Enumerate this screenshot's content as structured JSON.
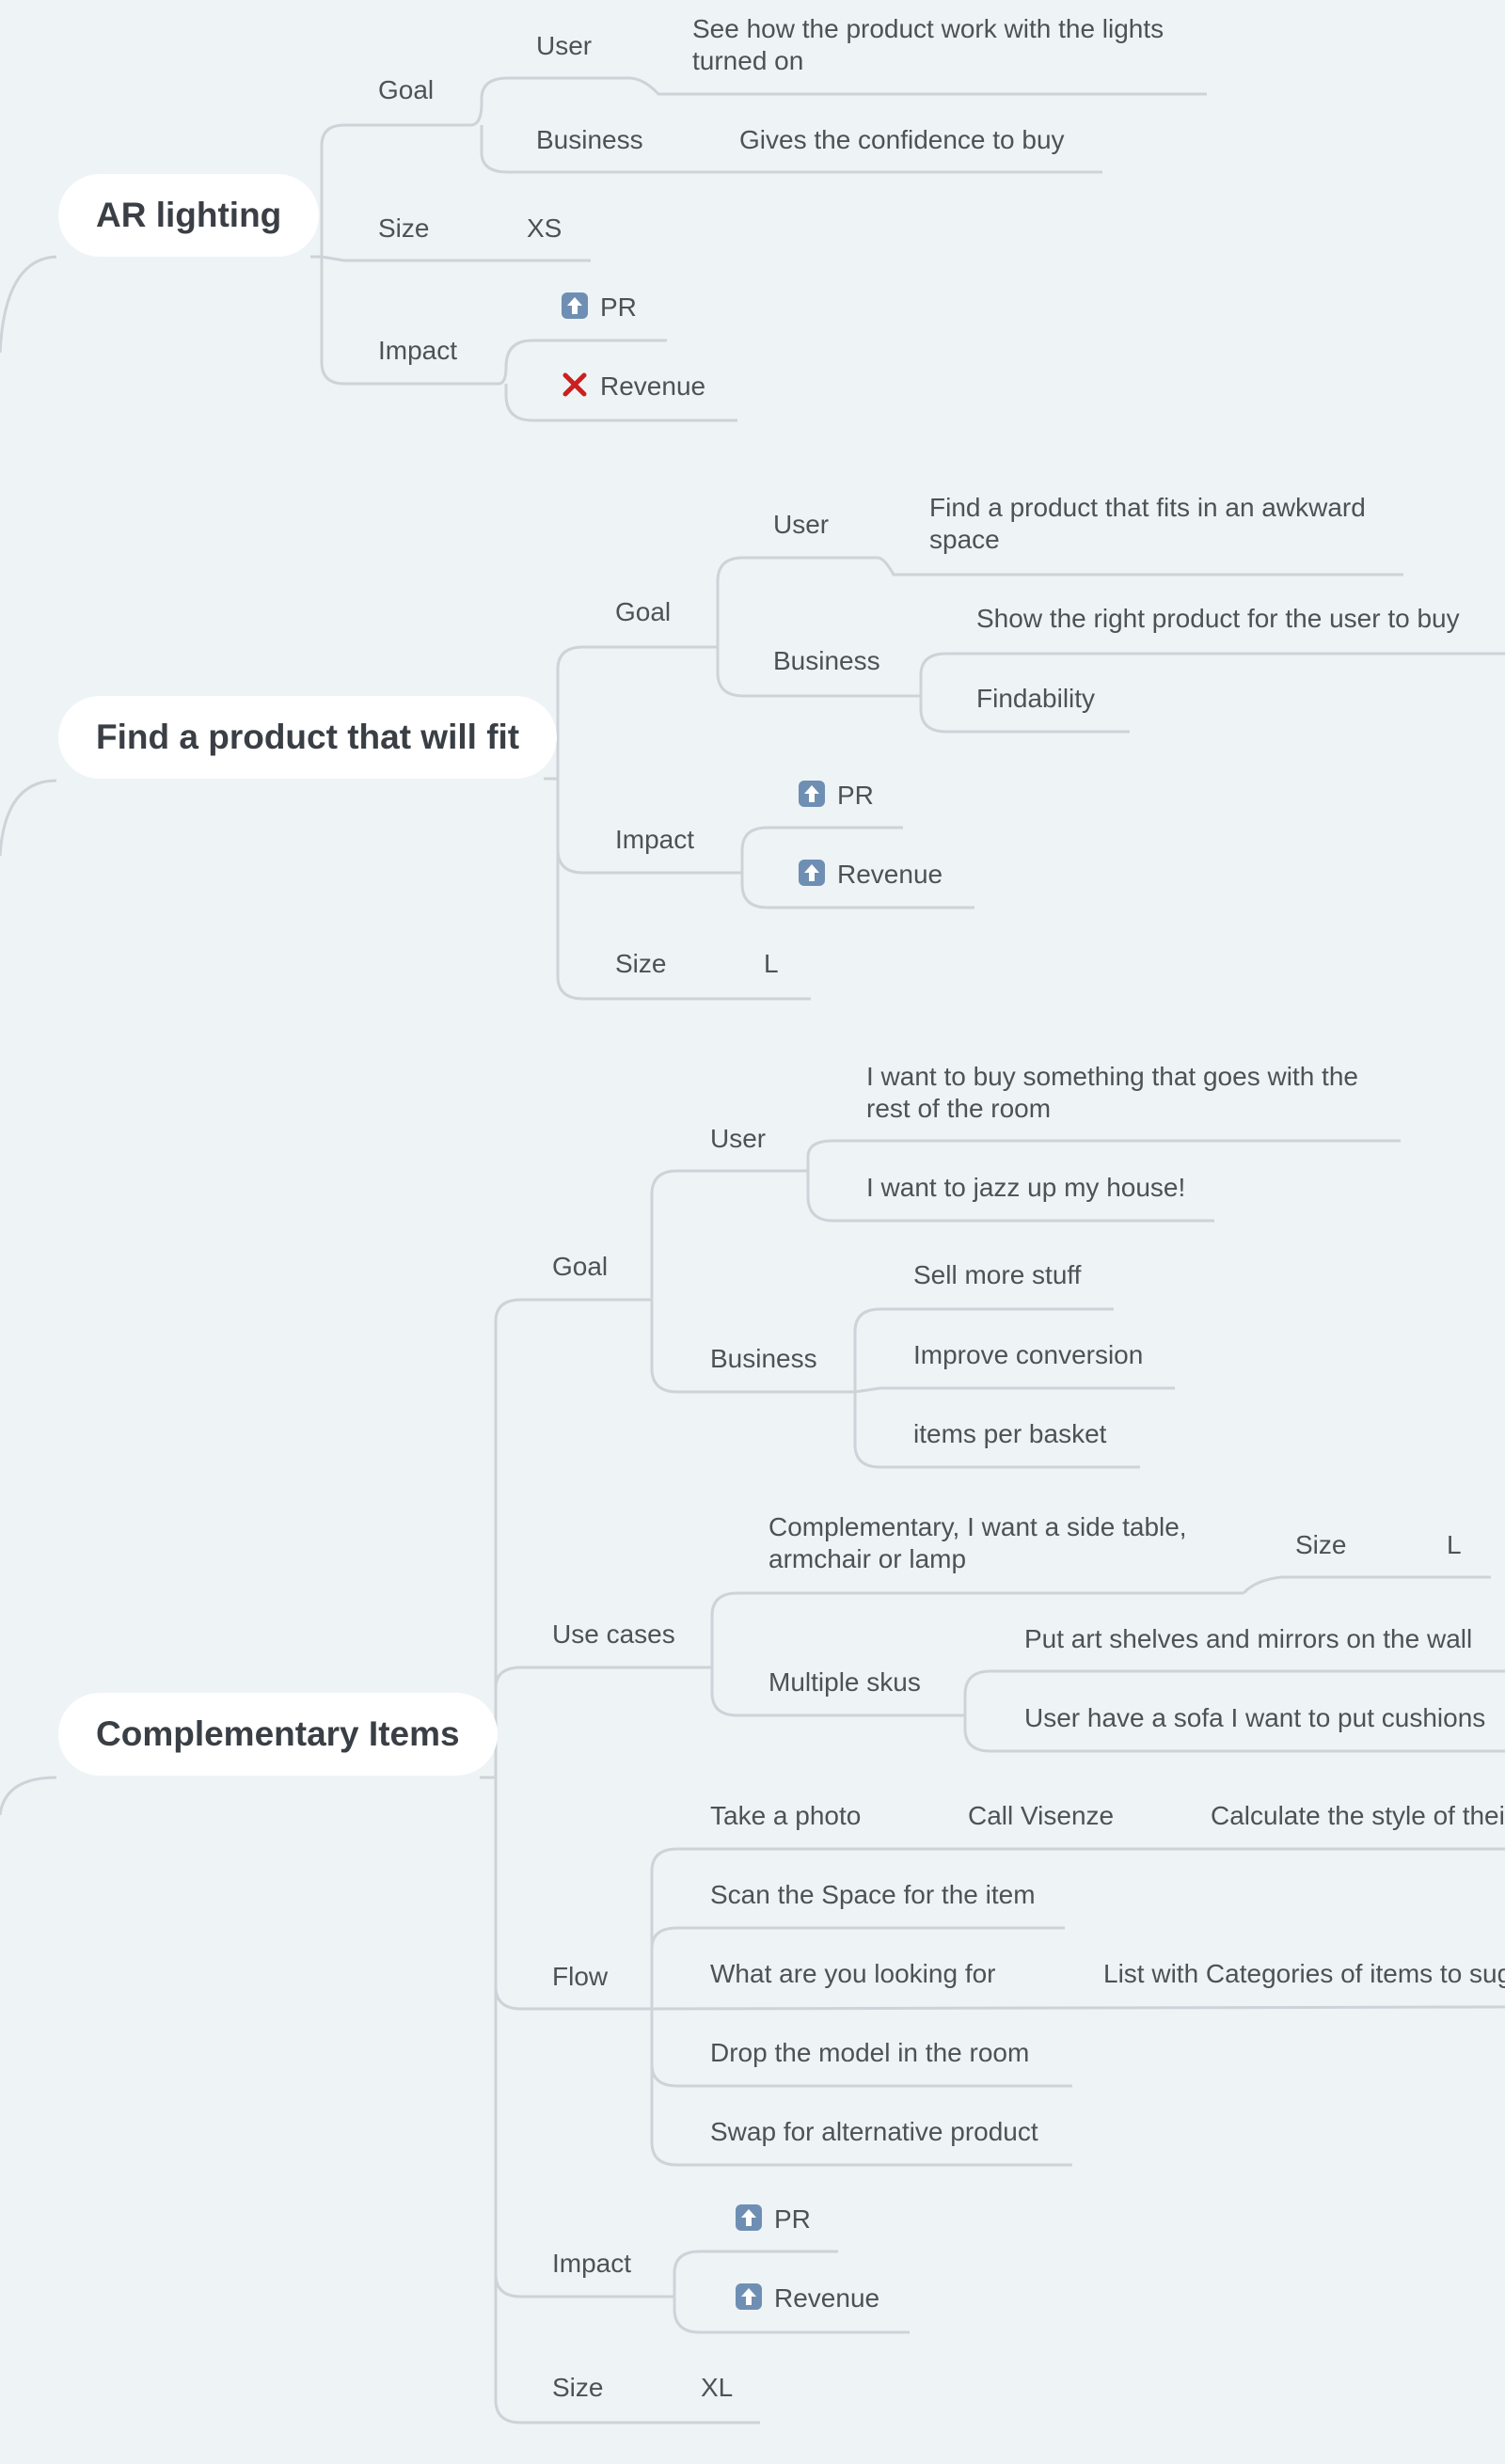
{
  "mindmap": {
    "ar_lighting": {
      "title": "AR lighting",
      "goal": "Goal",
      "user": "User",
      "user_text": "See how the product work with the lights turned on",
      "business": "Business",
      "business_text": "Gives the confidence to buy",
      "size": "Size",
      "size_value": "XS",
      "impact": "Impact",
      "impact_pr": "PR",
      "impact_revenue": "Revenue"
    },
    "find_product": {
      "title": "Find a product that will fit",
      "goal": "Goal",
      "user": "User",
      "user_text": "Find a product that fits in an awkward space",
      "business": "Business",
      "business_items": [
        "Show the right product for the user to buy",
        "Findability"
      ],
      "impact": "Impact",
      "impact_pr": "PR",
      "impact_revenue": "Revenue",
      "size": "Size",
      "size_value": "L"
    },
    "complementary": {
      "title": "Complementary Items",
      "goal": "Goal",
      "user": "User",
      "user_items": [
        "I want to buy something that goes with the rest of the room",
        "I want to jazz up my house!"
      ],
      "business": "Business",
      "business_items": [
        "Sell more stuff",
        "Improve conversion",
        "items per basket"
      ],
      "use_cases": "Use cases",
      "use_case_complementary": "Complementary, I want a side table, armchair or lamp",
      "use_case_size": "Size",
      "use_case_size_value": "L",
      "multiple_skus": "Multiple skus",
      "multiple_skus_items": [
        "Put art shelves and mirrors on the wall",
        "User have a sofa I want to put cushions"
      ],
      "flow": "Flow",
      "flow_take_photo": "Take a photo",
      "flow_call_visenze": "Call Visenze",
      "flow_calculate": "Calculate the style of thei",
      "flow_scan": "Scan the Space for the item",
      "flow_looking_for": "What are you looking for",
      "flow_list": "List with Categories of items to sug",
      "flow_drop": "Drop the model in the room",
      "flow_swap": "Swap for alternative product",
      "impact": "Impact",
      "impact_pr": "PR",
      "impact_revenue": "Revenue",
      "size": "Size",
      "size_value": "XL"
    }
  },
  "icons": {
    "up_arrow": "up-arrow-icon",
    "cross": "cross-icon"
  },
  "colors": {
    "background": "#eef3f6",
    "line": "#cdd3d8",
    "text": "#4d5257",
    "root_fill": "#ffffff",
    "up_arrow": "#6e8fb3",
    "cross": "#cc1f1f"
  }
}
